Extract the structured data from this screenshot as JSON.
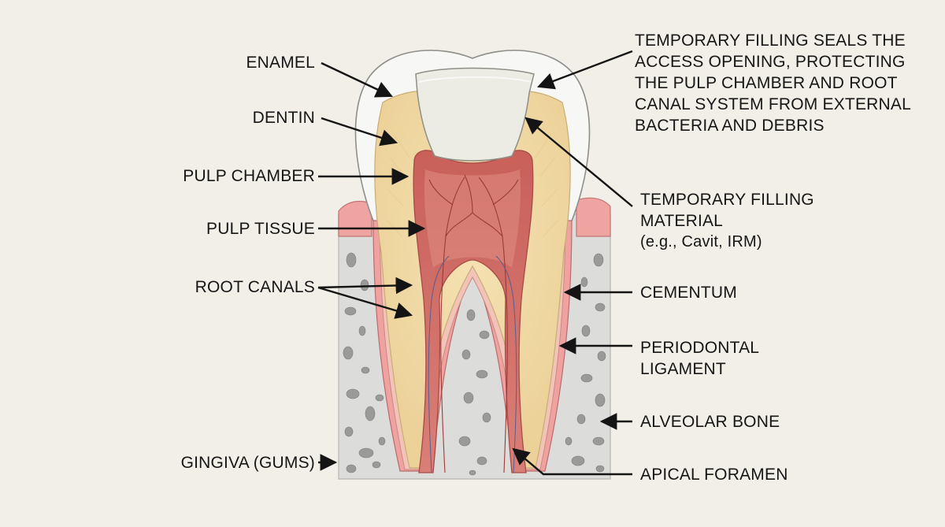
{
  "labels": {
    "enamel": "ENAMEL",
    "dentin": "DENTIN",
    "pulp_chamber": "PULP CHAMBER",
    "pulp_tissue": "PULP TISSUE",
    "root_canals": "ROOT CANALS",
    "gingiva": "GINGIVA (GUMS)",
    "seal_note": "TEMPORARY FILLING SEALS THE ACCESS OPENING, PROTECTING THE PULP CHAMBER AND ROOT CANAL SYSTEM FROM EXTERNAL BACTERIA AND DEBRIS",
    "filling_line1": "TEMPORARY FILLING",
    "filling_line2": "MATERIAL",
    "filling_line3": "(e.g., Cavit, IRM)",
    "cementum": "CEMENTUM",
    "pdl_line1": "PERIODONTAL",
    "pdl_line2": "LIGAMENT",
    "bone": "ALVEOLAR BONE",
    "apical": "APICAL FORAMEN"
  },
  "colors": {
    "background": "#f1efe7",
    "enamel": "#f7f8f6",
    "dentin": "#f0d9a4",
    "pulp": "#d9837a",
    "gum": "#f0a8a6",
    "bone": "#d8d8d6",
    "filling": "#ecebe4"
  }
}
